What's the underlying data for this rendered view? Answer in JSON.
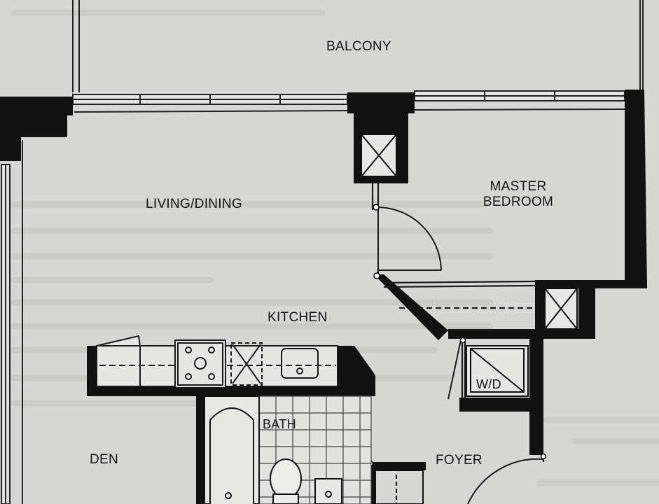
{
  "rooms": {
    "balcony": "BALCONY",
    "living_dining": "LIVING/DINING",
    "master_line1": "MASTER",
    "master_line2": "BEDROOM",
    "kitchen": "KITCHEN",
    "washer_dryer": "W/D",
    "bath": "BATH",
    "den": "DEN",
    "foyer": "FOYER"
  }
}
